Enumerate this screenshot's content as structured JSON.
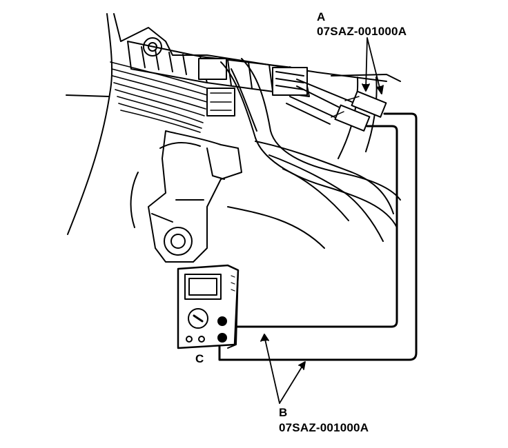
{
  "callouts": {
    "a": {
      "letter": "A",
      "part_number": "07SAZ-001000A"
    },
    "b": {
      "letter": "B",
      "part_number": "07SAZ-001000A"
    },
    "c": {
      "letter": "C"
    }
  },
  "colors": {
    "ink": "#000000",
    "paper": "#ffffff",
    "shade": "#555555"
  }
}
